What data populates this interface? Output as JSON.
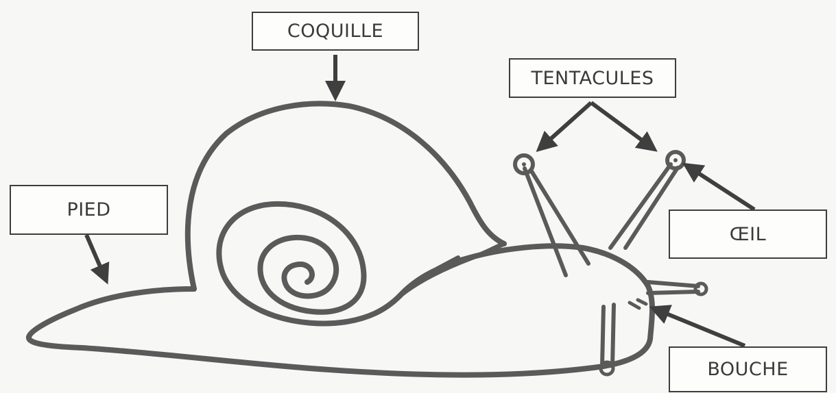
{
  "labels": {
    "coquille": "COQUILLE",
    "tentacules": "TENTACULES",
    "pied": "PIED",
    "oeil": "ŒIL",
    "bouche": "BOUCHE"
  },
  "colors": {
    "ink": "#5a5a5a",
    "box_border": "#3d3d3d",
    "background": "#f7f7f6"
  }
}
